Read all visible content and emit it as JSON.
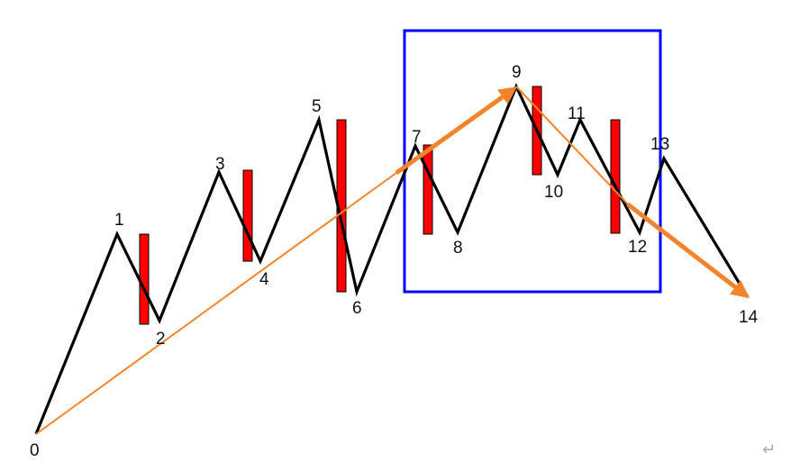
{
  "diagram": {
    "points": [
      {
        "label": "0"
      },
      {
        "label": "1"
      },
      {
        "label": "2"
      },
      {
        "label": "3"
      },
      {
        "label": "4"
      },
      {
        "label": "5"
      },
      {
        "label": "6"
      },
      {
        "label": "7"
      },
      {
        "label": "8"
      },
      {
        "label": "9"
      },
      {
        "label": "10"
      },
      {
        "label": "11"
      },
      {
        "label": "12"
      },
      {
        "label": "13"
      },
      {
        "label": "14"
      }
    ],
    "return_symbol": "↵",
    "colors": {
      "wave_line": "#000000",
      "bar_fill": "#ff0000",
      "bar_stroke": "#000000",
      "box": "#0000ff",
      "trend_arrow": "#f4842c",
      "return_symbol": "#aaaaaa"
    }
  }
}
